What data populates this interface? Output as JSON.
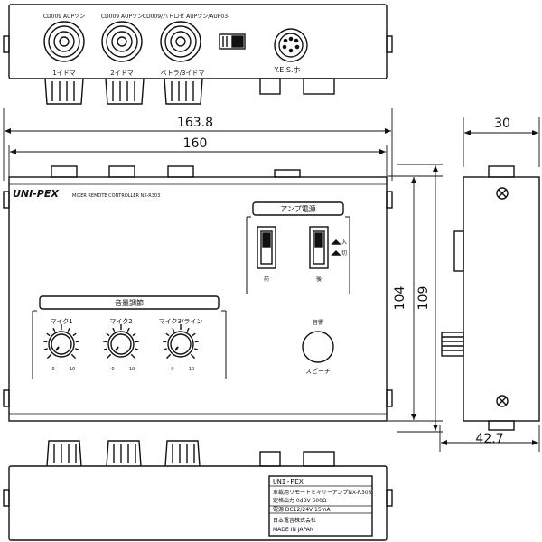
{
  "top_view": {
    "jack_labels": [
      "CD009 AUPツン",
      "CD009 AUPツン",
      "CD009/バトロゼ AUPツン/AUP03-"
    ],
    "jack_bottom_labels": [
      "1イドマ",
      "2イドマ",
      "ベトラ/3イドマ"
    ],
    "connector_label": "Y.E.S.ホ"
  },
  "dimensions": {
    "overall_width": "163.8",
    "body_width": "160",
    "depth": "30",
    "height_inner": "104",
    "height_outer": "109",
    "side_depth": "42.7"
  },
  "front_panel": {
    "brand": "UNI-PEX",
    "model_caption": "MIXER REMOTE CONTROLLER NX-R303",
    "amp_power_title": "アンプ電源",
    "switch_front_label": "前",
    "switch_rear_label": "後",
    "on_label": "入",
    "off_label": "切",
    "volume_title": "音量調節",
    "knob_labels": [
      "マイク1",
      "マイク2",
      "マイク3/ライン"
    ],
    "scale_min": "0",
    "scale_max": "10",
    "alarm_label": "音響",
    "speech_label": "スピーチ"
  },
  "nameplate": {
    "lines": [
      "UNI-PEX",
      "車載用リモートミキサーアンプNX-R303",
      "定格出力 0dBV 600Ω",
      "電源 DC12/24V 15mA",
      "日本電音株式会社",
      "MADE IN JAPAN"
    ]
  }
}
